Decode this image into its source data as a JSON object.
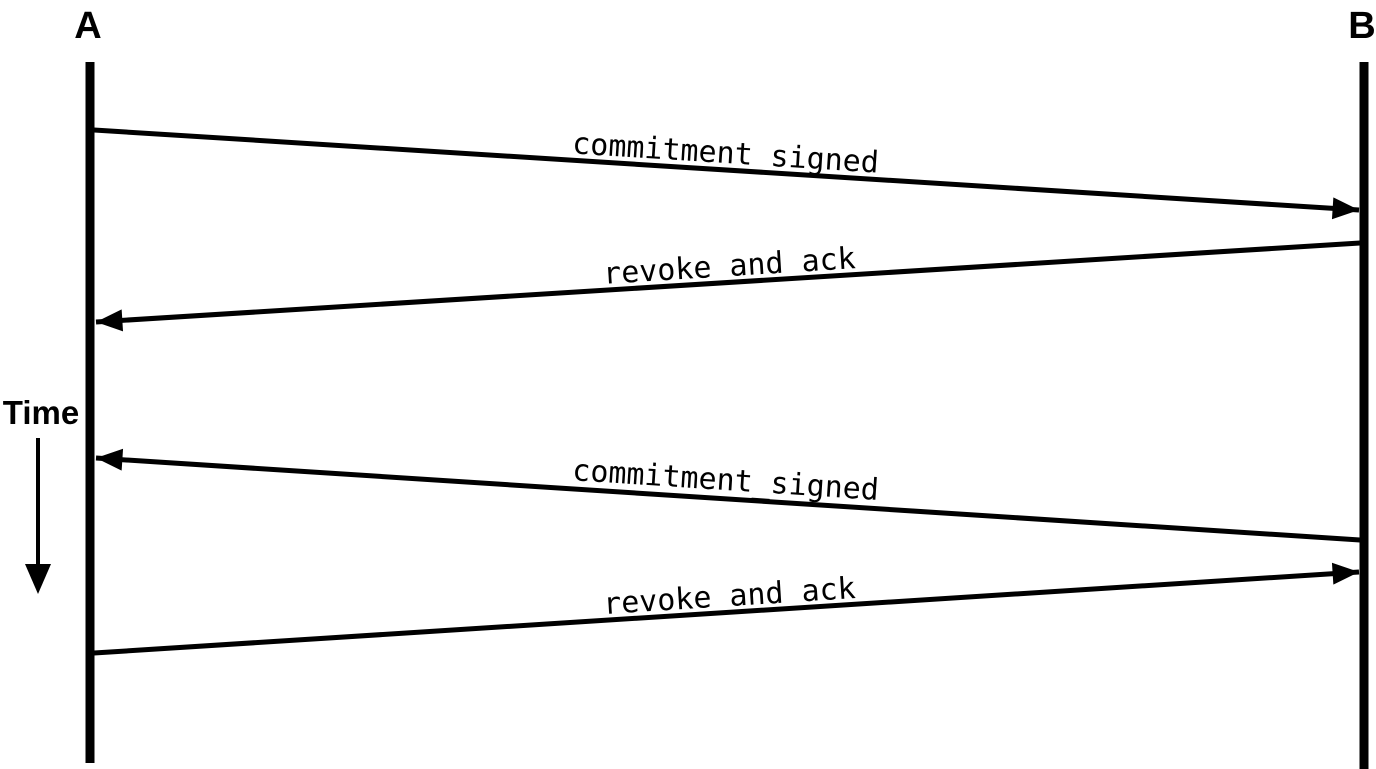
{
  "diagram": {
    "type": "sequence-diagram",
    "actors": [
      {
        "id": "A",
        "label": "A"
      },
      {
        "id": "B",
        "label": "B"
      }
    ],
    "time_axis": {
      "label": "Time",
      "direction": "down"
    },
    "messages": [
      {
        "label": "commitment_signed",
        "from": "A",
        "to": "B"
      },
      {
        "label": "revoke_and_ack",
        "from": "B",
        "to": "A"
      },
      {
        "label": "commitment_signed",
        "from": "B",
        "to": "A"
      },
      {
        "label": "revoke_and_ack",
        "from": "A",
        "to": "B"
      }
    ],
    "colors": {
      "foreground": "#000000",
      "background": "#ffffff"
    }
  }
}
